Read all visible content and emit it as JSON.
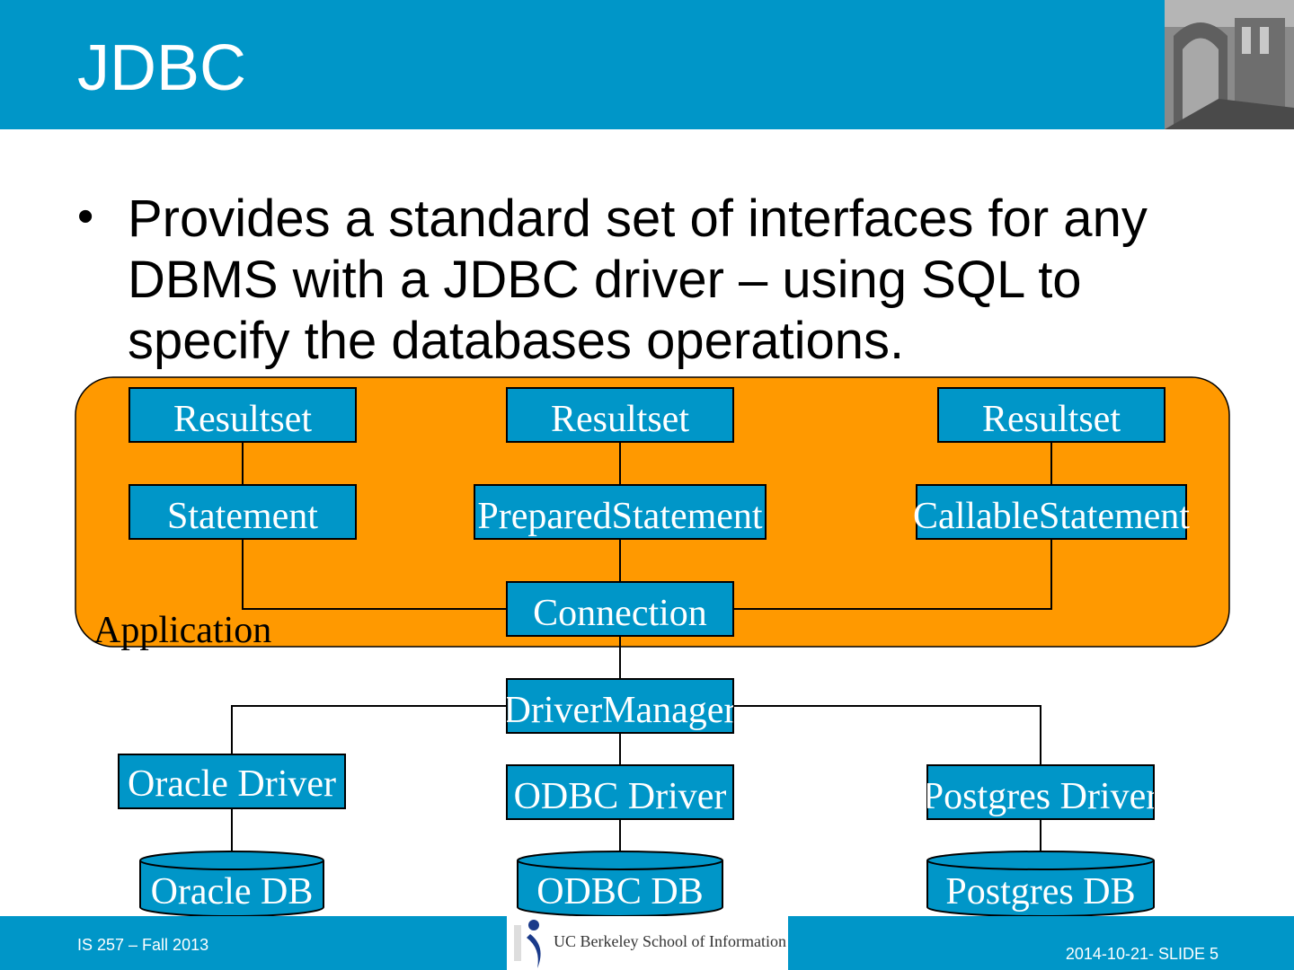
{
  "slide": {
    "title": "JDBC",
    "bullet": "Provides a standard set of interfaces for any DBMS with a JDBC driver – using SQL to specify the databases operations."
  },
  "diagram": {
    "application_label": "Application",
    "resultset_1": "Resultset",
    "resultset_2": "Resultset",
    "resultset_3": "Resultset",
    "statement": "Statement",
    "prepared_statement": "PreparedStatement",
    "callable_statement": "CallableStatement",
    "connection": "Connection",
    "driver_manager": "DriverManager",
    "oracle_driver": "Oracle Driver",
    "odbc_driver": "ODBC Driver",
    "postgres_driver": "Postgres Driver",
    "oracle_db": "Oracle DB",
    "odbc_db": "ODBC DB",
    "postgres_db": "Postgres DB"
  },
  "footer": {
    "course": "IS 257 – Fall 2013",
    "logo_text": "UC Berkeley School of Information",
    "slide_info": "2014-10-21- SLIDE 5"
  },
  "colors": {
    "header_blue": "#0096c8",
    "application_orange": "#ff9900",
    "box_blue": "#0096c8"
  }
}
